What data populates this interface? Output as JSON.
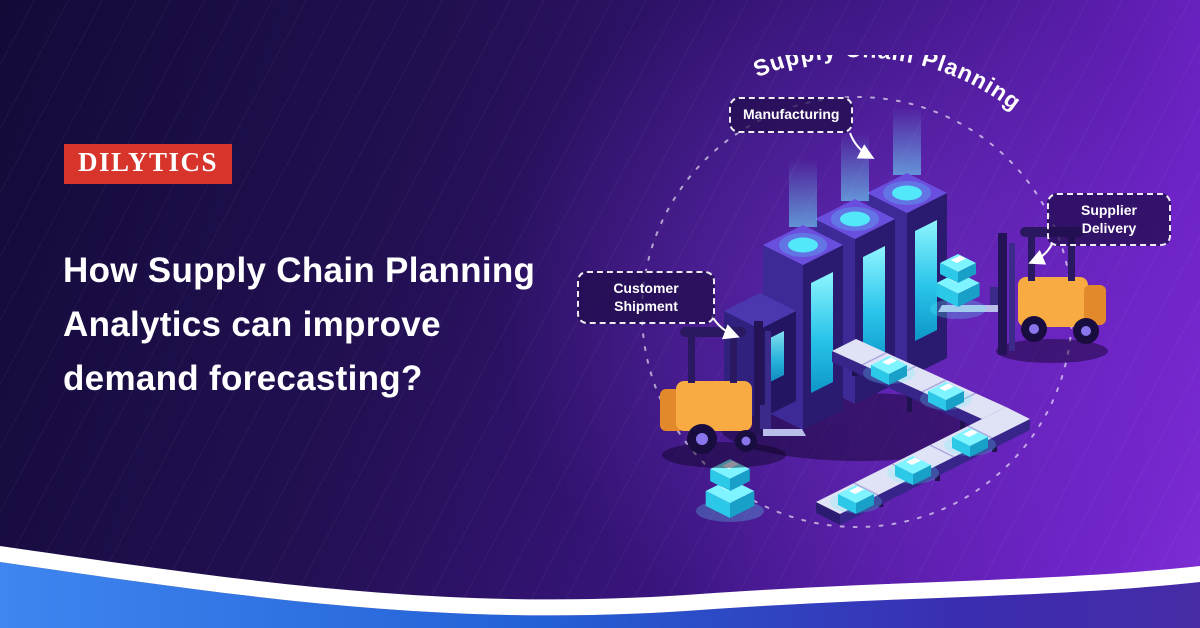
{
  "page": {
    "logo": {
      "text": "DILYTICS"
    },
    "headline": {
      "line1": "How Supply Chain Planning",
      "line2": "Analytics can improve",
      "line3": "demand forecasting?"
    },
    "diagram": {
      "arc_title": "Supply Chain Planning",
      "labels": {
        "manufacturing": "Manufacturing",
        "customer_shipment": "Customer Shipment",
        "supplier_delivery": "Supplier Delivery"
      }
    },
    "colors": {
      "background_dark": "#140a38",
      "background_purple": "#6c22c4",
      "logo_bg": "#d7342c",
      "accent_cyan": "#4fe7f8",
      "wave_blue": "#2f6fdb",
      "wave_white": "#ffffff",
      "forklift_orange": "#f8ab42",
      "building_purple": "#3d2a96"
    }
  }
}
